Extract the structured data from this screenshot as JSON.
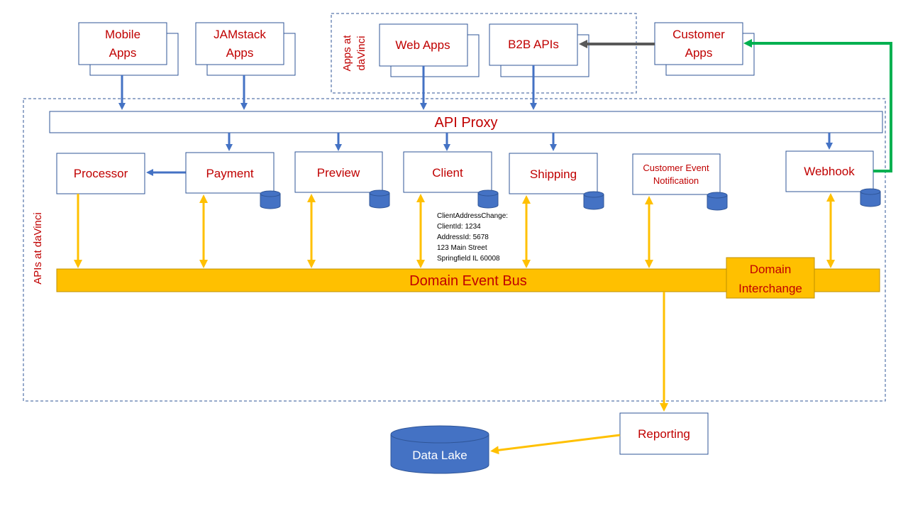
{
  "boundaries": {
    "apps_label_line1": "Apps at",
    "apps_label_line2": "daVinci",
    "apis_label": "APIs at daVinci"
  },
  "clients": {
    "mobile": {
      "line1": "Mobile",
      "line2": "Apps"
    },
    "jamstack": {
      "line1": "JAMstack",
      "line2": "Apps"
    },
    "web": "Web Apps",
    "b2b": "B2B APIs",
    "customer": {
      "line1": "Customer",
      "line2": "Apps"
    }
  },
  "proxy": "API Proxy",
  "services": {
    "processor": "Processor",
    "payment": "Payment",
    "preview": "Preview",
    "client": "Client",
    "shipping": "Shipping",
    "notification": {
      "line1": "Customer Event",
      "line2": "Notification"
    },
    "webhook": "Webhook"
  },
  "event_note": {
    "line1": "ClientAddressChange:",
    "line2": "ClientId: 1234",
    "line3": "AddressId: 5678",
    "line4": "123 Main Street",
    "line5": "Springfield IL 60008"
  },
  "bus": "Domain Event Bus",
  "interchange": {
    "line1": "Domain",
    "line2": "Interchange"
  },
  "reporting": "Reporting",
  "datalake": "Data Lake",
  "colors": {
    "text": "#c00000",
    "blue_arrow": "#4472c4",
    "yellow": "#ffc000",
    "green_arrow": "#00b050",
    "gray_arrow": "#595959",
    "box_border": "#2f5597",
    "db_fill": "#4472c4"
  }
}
